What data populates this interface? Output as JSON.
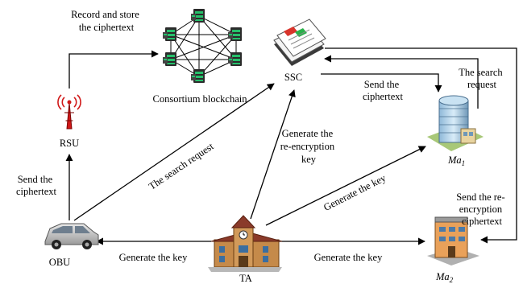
{
  "nodes": {
    "rsu": "RSU",
    "obu": "OBU",
    "ta": "TA",
    "ssc": "SSC",
    "blockchain": "Consortium blockchain",
    "ma1_base": "Ma",
    "ma1_sub": "1",
    "ma2_base": "Ma",
    "ma2_sub": "2"
  },
  "edges": {
    "record_line1": "Record and store",
    "record_line2": "the ciphertext",
    "obu_rsu_line1": "Send the",
    "obu_rsu_line2": "ciphertext",
    "search_request_obu": "The search request",
    "reenc_key_line1": "Generate the",
    "reenc_key_line2": "re-encryption",
    "reenc_key_line3": "key",
    "ssc_ma1_line1": "Send the",
    "ssc_ma1_line2": "ciphertext",
    "ma1_search_line1": "The search",
    "ma1_search_line2": "request",
    "ta_ma1_key": "Generate the key",
    "ma2_reenc_line1": "Send the re-",
    "ma2_reenc_line2": "encryption",
    "ma2_reenc_line3": "ciphertext",
    "ta_obu_key": "Generate the key",
    "ta_ma2_key": "Generate the key"
  }
}
